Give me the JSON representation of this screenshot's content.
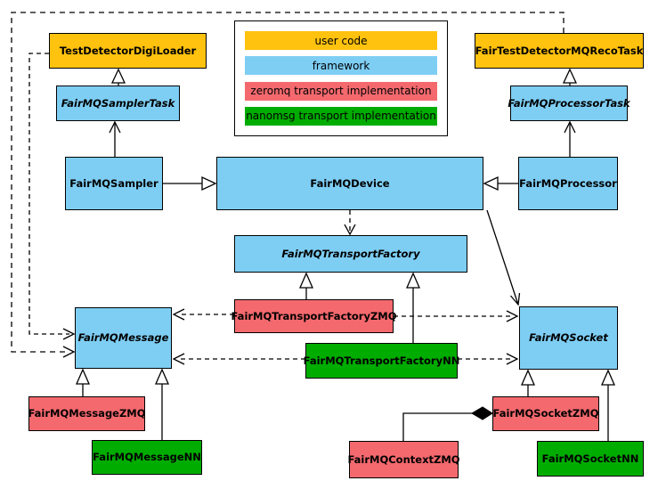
{
  "colors": {
    "user_code": "#FFC20E",
    "framework": "#7ECEF4",
    "zeromq": "#F4696E",
    "nanomsg": "#00AC00",
    "line": "#000000",
    "background": "#FFFFFF"
  },
  "legend": {
    "items": [
      {
        "label": "user code",
        "color": "user_code"
      },
      {
        "label": "framework",
        "color": "framework"
      },
      {
        "label": "zeromq transport implementation",
        "color": "zeromq"
      },
      {
        "label": "nanomsg transport implementation",
        "color": "nanomsg"
      }
    ]
  },
  "nodes": {
    "testDetectorDigiLoader": {
      "label": "TestDetectorDigiLoader",
      "category": "user_code",
      "abstract": false
    },
    "fairTestDetectorMQRecoTask": {
      "label": "FairTestDetectorMQRecoTask",
      "category": "user_code",
      "abstract": false
    },
    "fairMQSamplerTask": {
      "label": "FairMQSamplerTask",
      "category": "framework",
      "abstract": true
    },
    "fairMQProcessorTask": {
      "label": "FairMQProcessorTask",
      "category": "framework",
      "abstract": true
    },
    "fairMQSampler": {
      "label": "FairMQSampler",
      "category": "framework",
      "abstract": false
    },
    "fairMQDevice": {
      "label": "FairMQDevice",
      "category": "framework",
      "abstract": false
    },
    "fairMQProcessor": {
      "label": "FairMQProcessor",
      "category": "framework",
      "abstract": false
    },
    "fairMQTransportFactory": {
      "label": "FairMQTransportFactory",
      "category": "framework",
      "abstract": true
    },
    "fairMQTransportFactoryZMQ": {
      "label": "FairMQTransportFactoryZMQ",
      "category": "zeromq",
      "abstract": false
    },
    "fairMQTransportFactoryNN": {
      "label": "FairMQTransportFactoryNN",
      "category": "nanomsg",
      "abstract": false
    },
    "fairMQMessage": {
      "label": "FairMQMessage",
      "category": "framework",
      "abstract": true
    },
    "fairMQSocket": {
      "label": "FairMQSocket",
      "category": "framework",
      "abstract": true
    },
    "fairMQMessageZMQ": {
      "label": "FairMQMessageZMQ",
      "category": "zeromq",
      "abstract": false
    },
    "fairMQMessageNN": {
      "label": "FairMQMessageNN",
      "category": "nanomsg",
      "abstract": false
    },
    "fairMQContextZMQ": {
      "label": "FairMQContextZMQ",
      "category": "zeromq",
      "abstract": false
    },
    "fairMQSocketZMQ": {
      "label": "FairMQSocketZMQ",
      "category": "zeromq",
      "abstract": false
    },
    "fairMQSocketNN": {
      "label": "FairMQSocketNN",
      "category": "nanomsg",
      "abstract": false
    }
  },
  "edges": [
    {
      "from": "FairMQSamplerTask",
      "to": "TestDetectorDigiLoader",
      "type": "generalization-hollow-triangle",
      "line": "solid"
    },
    {
      "from": "FairMQProcessorTask",
      "to": "FairTestDetectorMQRecoTask",
      "type": "generalization-hollow-triangle",
      "line": "solid"
    },
    {
      "from": "FairMQSampler",
      "to": "FairMQSamplerTask",
      "type": "association-open-arrow",
      "line": "solid"
    },
    {
      "from": "FairMQProcessor",
      "to": "FairMQProcessorTask",
      "type": "association-open-arrow",
      "line": "solid"
    },
    {
      "from": "FairMQSampler",
      "to": "FairMQDevice",
      "type": "generalization-hollow-triangle",
      "line": "solid"
    },
    {
      "from": "FairMQProcessor",
      "to": "FairMQDevice",
      "type": "generalization-hollow-triangle",
      "line": "solid"
    },
    {
      "from": "FairMQDevice",
      "to": "FairMQTransportFactory",
      "type": "dependency-open-arrow",
      "line": "dashed"
    },
    {
      "from": "FairMQDevice",
      "to": "FairMQSocket",
      "type": "association-open-arrow",
      "line": "solid"
    },
    {
      "from": "FairMQTransportFactoryZMQ",
      "to": "FairMQTransportFactory",
      "type": "generalization-hollow-triangle",
      "line": "solid"
    },
    {
      "from": "FairMQTransportFactoryNN",
      "to": "FairMQTransportFactory",
      "type": "generalization-hollow-triangle",
      "line": "solid"
    },
    {
      "from": "FairMQTransportFactoryZMQ",
      "to": "FairMQMessage",
      "type": "dependency-open-arrow",
      "line": "dashed"
    },
    {
      "from": "FairMQTransportFactoryZMQ",
      "to": "FairMQSocket",
      "type": "dependency-open-arrow",
      "line": "dashed"
    },
    {
      "from": "FairMQTransportFactoryNN",
      "to": "FairMQMessage",
      "type": "dependency-open-arrow",
      "line": "dashed"
    },
    {
      "from": "FairMQTransportFactoryNN",
      "to": "FairMQSocket",
      "type": "dependency-open-arrow",
      "line": "dashed"
    },
    {
      "from": "FairMQMessageZMQ",
      "to": "FairMQMessage",
      "type": "generalization-hollow-triangle",
      "line": "solid"
    },
    {
      "from": "FairMQMessageNN",
      "to": "FairMQMessage",
      "type": "generalization-hollow-triangle",
      "line": "solid"
    },
    {
      "from": "FairMQSocketZMQ",
      "to": "FairMQSocket",
      "type": "generalization-hollow-triangle",
      "line": "solid"
    },
    {
      "from": "FairMQSocketNN",
      "to": "FairMQSocket",
      "type": "generalization-hollow-triangle",
      "line": "solid"
    },
    {
      "from": "TestDetectorDigiLoader",
      "to": "FairMQMessage",
      "type": "dependency-open-arrow",
      "line": "dashed"
    },
    {
      "from": "FairTestDetectorMQRecoTask",
      "to": "FairMQMessage",
      "type": "dependency-open-arrow",
      "line": "dashed"
    },
    {
      "from": "FairMQContextZMQ",
      "to": "FairMQSocketZMQ",
      "type": "composition-filled-diamond",
      "line": "solid"
    }
  ]
}
